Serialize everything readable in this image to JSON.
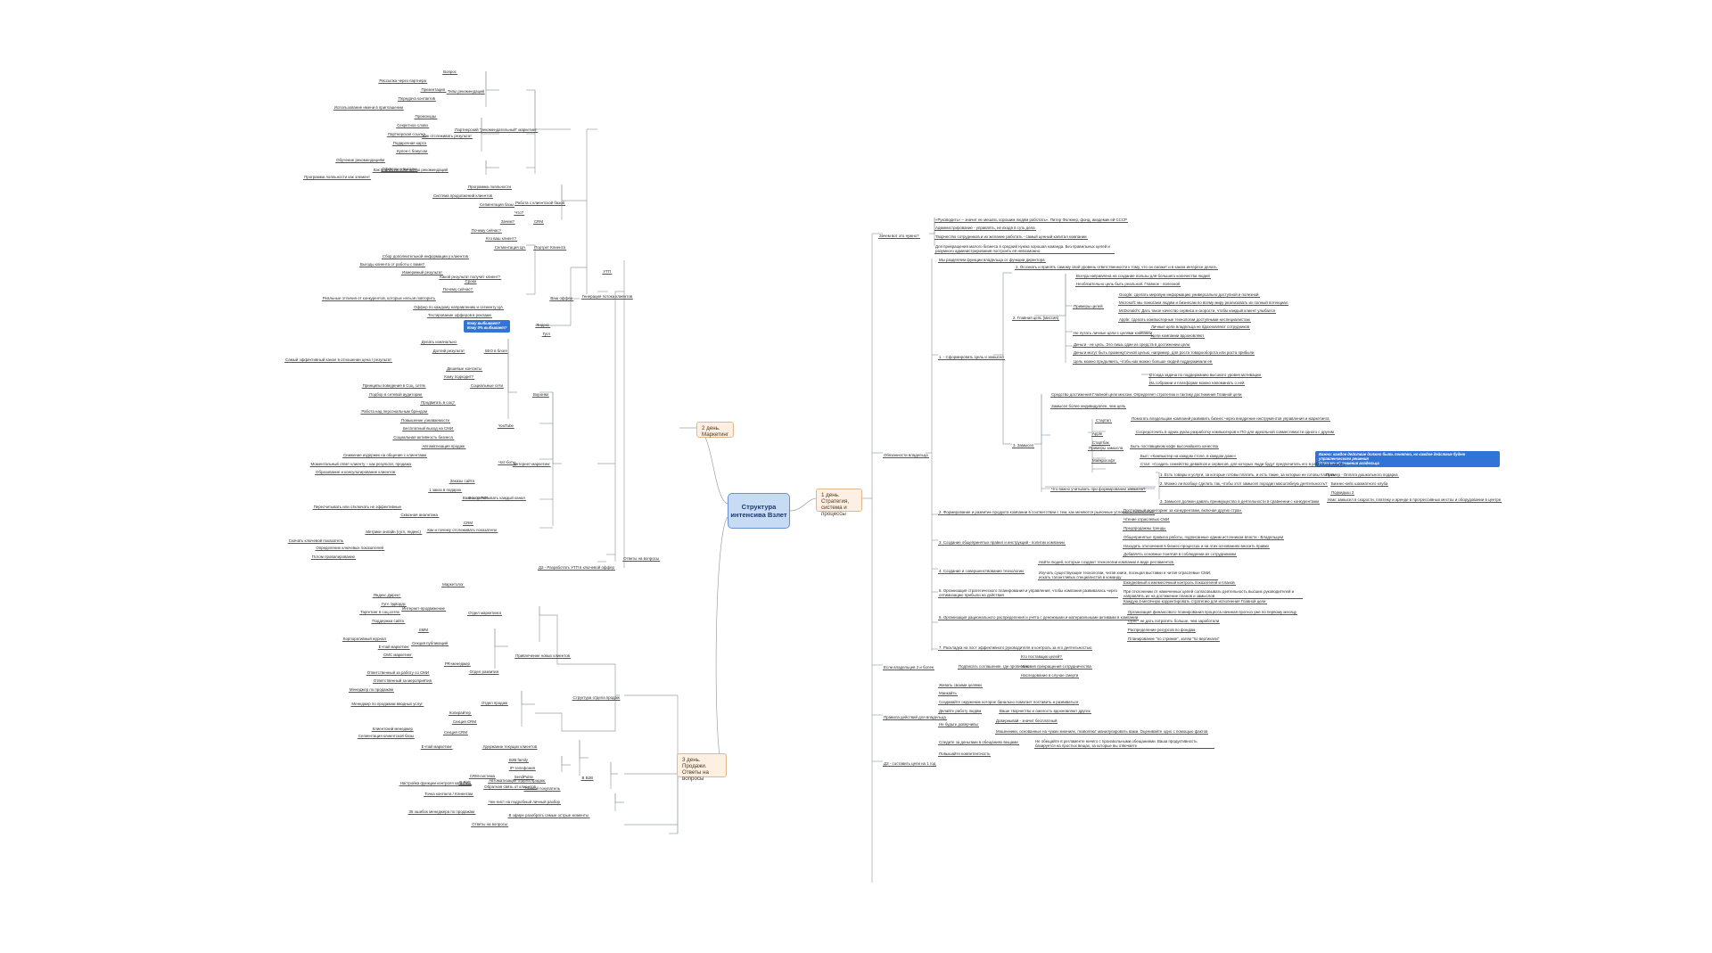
{
  "root": "Структура интенсива Взлет",
  "branches": {
    "day1": "1 день.\nСтратегия, система и процессы",
    "day2": "2 день.\nМаркетинг",
    "day3": "3 день.\nПродажи.\nОтветы на вопросы"
  },
  "callouts": {
    "left": "Кому выбывает?\nКому 0% выбывает?",
    "right": "Важно: каждое действие должно быть понятно, но каждое действие будет управленческого решения\n(Ключевые) решения владельца"
  },
  "left_nodes": [
    "Вопрос",
    "Рассылка через партнера",
    "Презентация",
    "Передача контактов",
    "Использование имени в приглашении",
    "Типы рекомендаций",
    "Промокоды",
    "Секретное слово",
    "Партнерская ссылка",
    "Подарочная карта",
    "Купон с бонусом",
    "Как отслеживать результат",
    "Партнерский \"рекомендательный\" маркетинг",
    "Обучение рекомендациям",
    "Офферы и выгоды",
    "Как влиять на количество рекомендаций",
    "Программа лояльности как элемент",
    "Программа лояльности",
    "Система продолжений клиентов",
    "Сегментация базы",
    "Работа с клиентской базой",
    "Что?",
    "Зачем?",
    "CRM",
    "Почему сейчас?",
    "Кто ваш клиент?",
    "Сегментация ЦА",
    "Портрет Клиента",
    "Сбор дополнительной информации у клиентов",
    "Выгоды клиента от работы с вами?",
    "Измеримый результат",
    "Какой результат получит клиент?",
    "Сроки",
    "Почему сейчас?",
    "Реальные отличия от конкурентов, которые нельзя повторить",
    "Ваш оффер",
    "УТП",
    "Оффер по каждому направлению и сегменту ЦА",
    "Тестирование офферов в рекламе",
    "Яндекс",
    "Гугл",
    "Делать изначально",
    "Долгий результат",
    "SEO в блоге",
    "Самый эффективный канал в отношении цена / результат",
    "Дешевые контакты",
    "Кому подходит?",
    "Принципы поведения в Соц. сетях",
    "Социальные сети",
    "Подбор в сетевой аудитории",
    "Продвигать в соц?",
    "Работа над персональным брендом",
    "Повышение узнаваемости",
    "YouTube",
    "Бесплатный выход на СМИ",
    "Воронки",
    "Социальная активность бизнеса",
    "Автоматизация продаж",
    "Снижение издержек на общение с клиентами",
    "Чат-боты",
    "Моментальный ответ клиенту – как результат, продажа",
    "Интернет-маркетинг",
    "Образование и консультирование клиентов",
    "Заказы сайта",
    "Генерация потока клиентов",
    "1 заказ в подарок",
    "Scoop ROI",
    "Важно посчитывать каждый канал",
    "Пересчитывать или отключать не эффективные",
    "Сквозная аналитика",
    "CRM",
    "Метрики онлайн (гугл, яндекс)",
    "Как и почему отслеживать показатели",
    "Скачать ключевой показатель",
    "Определение ключевых показателей",
    "Потом провалирование",
    "Ответы на вопросы",
    "ДЗ - Разработать УТП в ключевой оффер",
    "Маркетолог",
    "Яндекс.Директ",
    "Гугл Эдвордс",
    "Таргетинг в соц.сетях",
    "Поддержка сайта",
    "Интернет-продвижение",
    "Отдел маркетинга",
    "SMM",
    "Корпоративный журнал",
    "E-mail маркетинг",
    "Секция публикаций",
    "СМС маркетинг",
    "Привлечение новых клиентов",
    "PR-менеджер",
    "Ответственный за работу со СМИ",
    "Отдел развития",
    "Ответственный за мероприятия",
    "Менеджер по продажам",
    "Отдел продаж",
    "Менеджер по продажам вводных услуг",
    "Структура отдела продаж",
    "Копирайтер",
    "Секция CRM",
    "Клиентский менеджер",
    "Сегментация клиентской базы",
    "Секция CRM",
    "E-mail маркетинг",
    "Удержание текущих клиентов",
    "B2B family",
    "IP-телефония",
    "CRM-система",
    "SendPulse",
    "Автоматизация отдела продаж",
    "Тайный покупатель",
    "Настройка функции контроля качества",
    "Обратная связь от клиентов",
    "B B2C",
    "B B2B",
    "Точка контакта / Клиентам",
    "Чек-лист на подробный личный разбор",
    "35 ошибок менеджера по продажам",
    "В эфире разобрать самые острые моменты",
    "Ответы на вопросы"
  ],
  "right_nodes": [
    "Зачем вот это нужно?",
    "«Руководить» – значит не мешать хорошим людям работать». Питер Фолкнер, фонд, академик ей СССР",
    "Администрирование - управлять, не входя в суть дела",
    "Творчество сотрудников и их желание работать - самый ценный капитал компании",
    "Для превращения малого бизнеса в средний нужна хорошая команда. Без правильных целей и разумного администрирования построить её невозможно",
    "Мы разделяем функции владельца от функции директора",
    "1. Осознать и принять самому свой уровень ответственности к тому, что он сможет и в каком интересе делать",
    "Всегда направлена на создание пользы для большего количества людей",
    "Необязательно цель быть реальной. Главное - полезной",
    "Google: сделать мировую информацию универсально доступной и полезной",
    "Примеры целей",
    "Microsoft: мы помогаем людям и бизнесам по всему миру реализовать их полный потенциал",
    "McDonald's: Дать такое качество сервиса и скорости, чтобы каждый клиент улыбался",
    "2. Главная цель (миссия)",
    "Apple: сделать компьютерные технологии доступными неспециалистам",
    "Личные цели владельца не вдохновляют сотрудников",
    "Не путать личные цели с целями компании",
    "Цели компании вдохновляют",
    "Деньги - не цель. Это лишь один из средств в достижении цели",
    "Деньги могут быть промежуточной целью, например, для роста товарооборота или роста прибыли",
    "1. - Сформировать Цель и замысел",
    "Цель можно предъявить, чтобы как можно больше людей поддерживали её",
    "Отсюда задача по поддержанию высокого уровня мотивации",
    "На собрании и платформе можно напоминать о ней",
    "Средство достижения Главной цели миссии. Определяет стратегию и тактику достижения Главной цели",
    "Замысел более индивидуален, чем цель",
    "Стартап",
    "Помогать владельцам компаний развивать бизнес через внедрение инструментов управления и маркетинга",
    "Apple",
    "Сосредоточить в одних руках разработку компьютеров и ПО для идеальной совместимости одного с другим",
    "3. Замысел",
    "Примеры замысла",
    "Стартбак",
    "Быть поставщиком кофе высочайшего качества",
    "Майкрософт",
    "Был: «Компьютер на каждом столе, в каждом доме»",
    "Стал: «Создать семейство девайсов и сервисов, для которых люди будут предпочитать его в работе и в жизни»",
    "Обязанности владельца",
    "Что важно учитывать при формировании замысла?",
    "1. Есть товары и услуги, за которые готовы платить, и есть такие, за которые не готовы платить",
    "Пример - Оплата дошкольного подарка",
    "2. Можно ли вообще сделать так, чтобы этот замысел породил масштабную деятельность?",
    "Бизнес-кейс шахматного клуба",
    "Подкидыш 2",
    "3. Замысел должен давать преимущество в деятельности в сравнении с конкурентами",
    "Нам: замысел в скорости, платежу и аренде в прогрессивных местах и оборудовании в центре",
    "2. Формирование и развитие продукта компании в соответствии с тем, как меняются рыночные условия и технологии",
    "Постоянный мониторинг за конкурентами, включая других стран",
    "Чтение отраслевых СМИ",
    "Предпродажны тренды",
    "3. Создание общепринятых правил и инструкций - политик компании",
    "Общепринятые правила работы, подписанные одним источником власти - Владельцем",
    "Находить отклонения в бизнес-процессах и на этих основаниях вносить правки",
    "Добавлять основные понятия в соблюдении их сотрудниками",
    "4. Создание и совершенствование технологии",
    "Найти людей, которые создают технологии компании в виде регламентов",
    "Изучать существующие технологии, читая книги, посещая выставки и читая отраслевые СМИ, искать талантливых специалистов в команду",
    "5. Организация стратегического планирования и управления, чтобы компания развивалась через оптимизацию прибыли на действия",
    "Ежедневный и ежемесячный контроль показателей и планов",
    "При отклонении от намеченных целей согласовывать деятельность высших руководителей и направлять их на достижение планов и замыслов",
    "Каждую 4-месячную корректировать стратегию для исполнения Главной цели",
    "6. Организация рационального распределения и учёта с денежными и материальными активами в компании",
    "Организация финансового планирования процесса начиная прогноз уже по первому месяцу",
    "Суть - не дать потратить больше, чем заработали",
    "Распределение ресурсов по фондам",
    "Планирование \"по стрижке\", затем \"по вертикали\"",
    "7. Раскладка на пост эффективного руководителя и контроль за его деятельностью",
    "Если владельцев 2 и более",
    "Кто поставщик целей?",
    "Подписать соглашение, где прописано",
    "Условия прекращения сотрудничества",
    "Наследование в случае смерти",
    "Жевать своими целями",
    "Манкайть",
    "Создавайте окружение которое банально помогает поставить и развиваться",
    "Делайте работу людям",
    "Ваше творчество и смелость вдохновляют других",
    "Правила действий для владельца",
    "Довернывай - значит бесплатный",
    "Не будьте доверчивы",
    "Мошенники, основанные на чужих мнениях, позволяют манипулировать вами. Оценивайте одно с помощью фактов",
    "Не обещайте в регламенте ничего с произвольными обещаниями. Ваша продуктивность базируется на простых вещах, за которые вы отвечаете",
    "Следите за деньгами в обещаниях вещами",
    "Повышайте компетентность",
    "ДЗ - составить цели на 1 год"
  ]
}
